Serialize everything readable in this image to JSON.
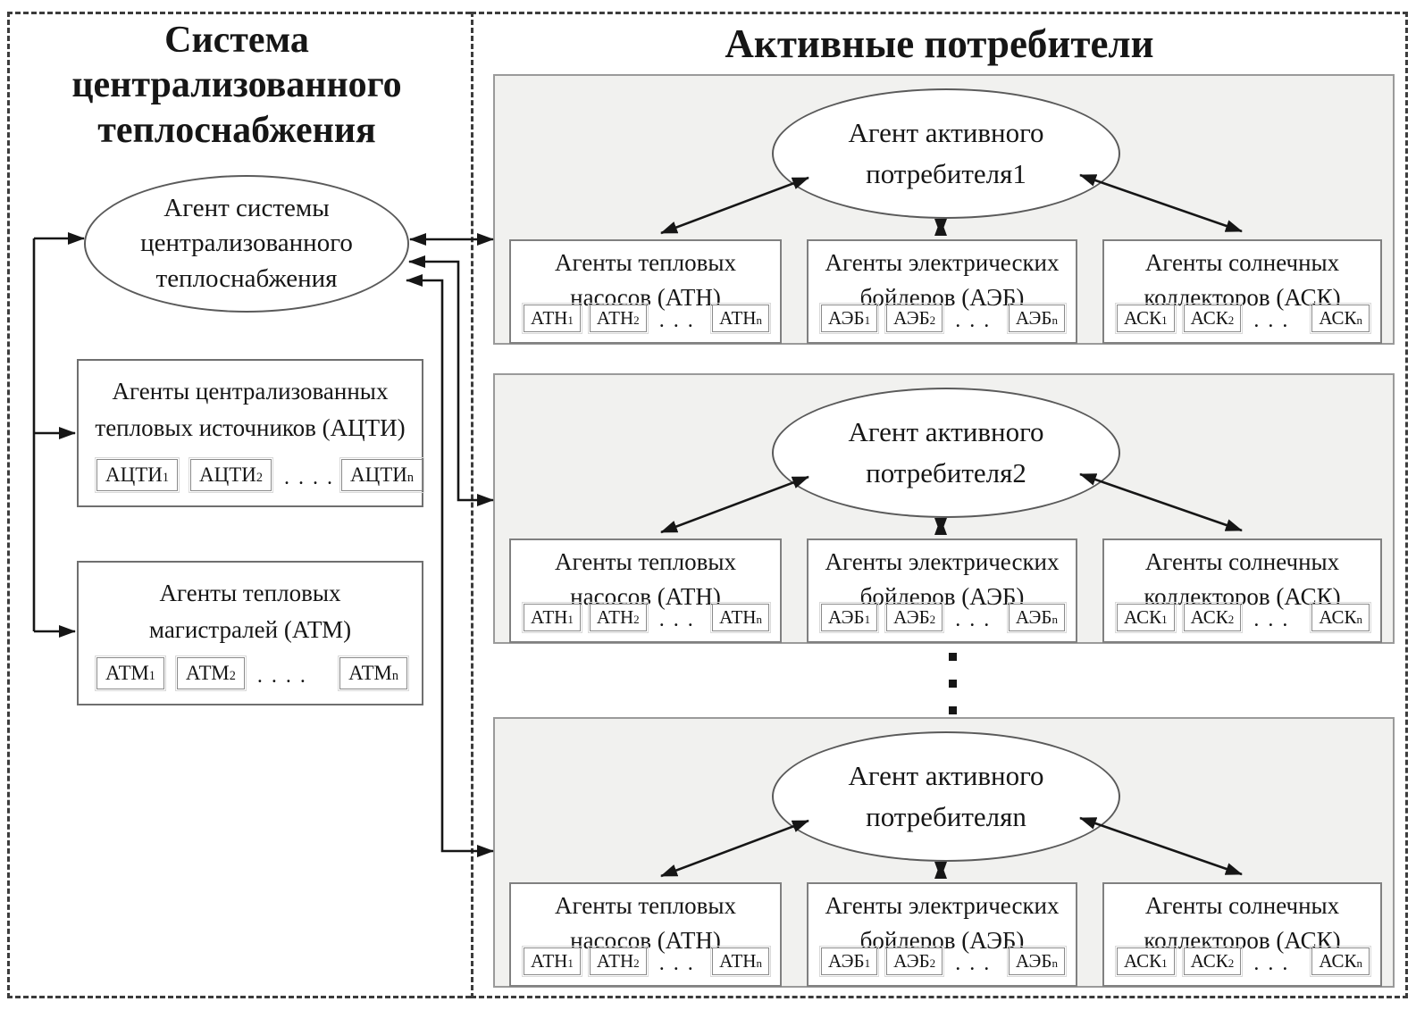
{
  "style": {
    "panel_background": "#f1f1ef",
    "line_color": "#161616",
    "box_border": "#808080"
  },
  "left": {
    "title_lines": [
      "Система",
      "централизованного",
      "теплоснабжения"
    ],
    "agent_ellipse_lines": [
      "Агент системы",
      "централизованного",
      "теплоснабжения"
    ],
    "sources_box": {
      "title_lines": [
        "Агенты централизованных",
        "тепловых источников (АЦТИ)"
      ],
      "chips": [
        {
          "base": "АЦТИ",
          "sub": "1"
        },
        {
          "base": "АЦТИ",
          "sub": "2"
        }
      ],
      "dots": ". . . .",
      "chip_last": {
        "base": "АЦТИ",
        "sub": "n"
      }
    },
    "mains_box": {
      "title_lines": [
        "Агенты тепловых",
        "магистралей (АТМ)"
      ],
      "chips": [
        {
          "base": "АТМ",
          "sub": "1"
        },
        {
          "base": "АТМ",
          "sub": "2"
        }
      ],
      "dots": ". . . .",
      "chip_last": {
        "base": "АТМ",
        "sub": "n"
      }
    }
  },
  "right": {
    "title": "Активные потребители",
    "consumers": [
      {
        "ellipse_lines": [
          "Агент активного",
          "потребителя1"
        ],
        "boxes": [
          {
            "title_lines": [
              "Агенты тепловых",
              "насосов (АТН)"
            ],
            "chips": [
              {
                "base": "АТН",
                "sub": "1"
              },
              {
                "base": "АТН",
                "sub": "2"
              }
            ],
            "dots": ". . .",
            "chip_last": {
              "base": "АТН",
              "sub": "n"
            }
          },
          {
            "title_lines": [
              "Агенты электрических",
              "бойлеров (АЭБ)"
            ],
            "chips": [
              {
                "base": "АЭБ",
                "sub": "1"
              },
              {
                "base": "АЭБ",
                "sub": "2"
              }
            ],
            "dots": ". . .",
            "chip_last": {
              "base": "АЭБ",
              "sub": "n"
            }
          },
          {
            "title_lines": [
              "Агенты солнечных",
              "коллекторов (АСК)"
            ],
            "chips": [
              {
                "base": "АСК",
                "sub": "1"
              },
              {
                "base": "АСК",
                "sub": "2"
              }
            ],
            "dots": ". . .",
            "chip_last": {
              "base": "АСК",
              "sub": "n"
            }
          }
        ]
      },
      {
        "ellipse_lines": [
          "Агент активного",
          "потребителя2"
        ],
        "boxes": [
          {
            "title_lines": [
              "Агенты тепловых",
              "насосов (АТН)"
            ],
            "chips": [
              {
                "base": "АТН",
                "sub": "1"
              },
              {
                "base": "АТН",
                "sub": "2"
              }
            ],
            "dots": ". . .",
            "chip_last": {
              "base": "АТН",
              "sub": "n"
            }
          },
          {
            "title_lines": [
              "Агенты электрических",
              "бойлеров (АЭБ)"
            ],
            "chips": [
              {
                "base": "АЭБ",
                "sub": "1"
              },
              {
                "base": "АЭБ",
                "sub": "2"
              }
            ],
            "dots": ". . .",
            "chip_last": {
              "base": "АЭБ",
              "sub": "n"
            }
          },
          {
            "title_lines": [
              "Агенты солнечных",
              "коллекторов (АСК)"
            ],
            "chips": [
              {
                "base": "АСК",
                "sub": "1"
              },
              {
                "base": "АСК",
                "sub": "2"
              }
            ],
            "dots": ". . .",
            "chip_last": {
              "base": "АСК",
              "sub": "n"
            }
          }
        ]
      },
      {
        "ellipse_lines": [
          "Агент активного",
          "потребителяn"
        ],
        "boxes": [
          {
            "title_lines": [
              "Агенты тепловых",
              "насосов (АТН)"
            ],
            "chips": [
              {
                "base": "АТН",
                "sub": "1"
              },
              {
                "base": "АТН",
                "sub": "2"
              }
            ],
            "dots": ". . .",
            "chip_last": {
              "base": "АТН",
              "sub": "n"
            }
          },
          {
            "title_lines": [
              "Агенты электрических",
              "бойлеров (АЭБ)"
            ],
            "chips": [
              {
                "base": "АЭБ",
                "sub": "1"
              },
              {
                "base": "АЭБ",
                "sub": "2"
              }
            ],
            "dots": ". . .",
            "chip_last": {
              "base": "АЭБ",
              "sub": "n"
            }
          },
          {
            "title_lines": [
              "Агенты солнечных",
              "коллекторов (АСК)"
            ],
            "chips": [
              {
                "base": "АСК",
                "sub": "1"
              },
              {
                "base": "АСК",
                "sub": "2"
              }
            ],
            "dots": ". . .",
            "chip_last": {
              "base": "АСК",
              "sub": "n"
            }
          }
        ]
      }
    ]
  }
}
